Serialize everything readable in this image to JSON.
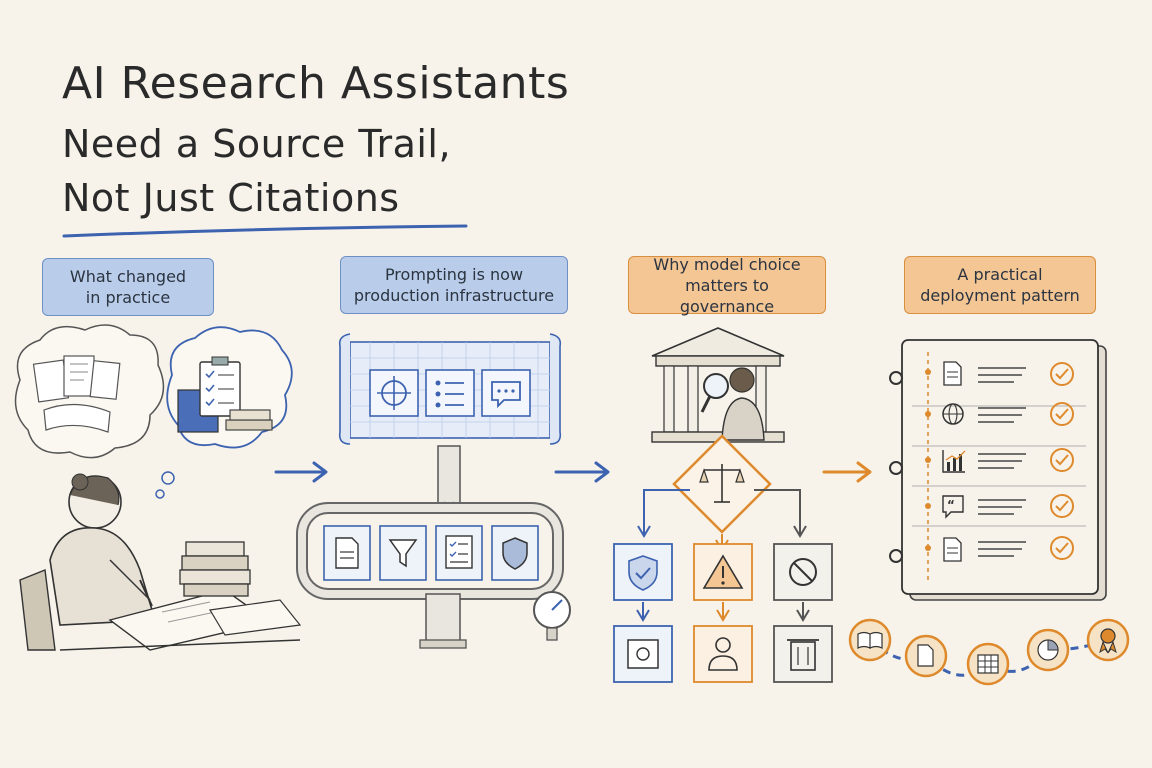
{
  "title": {
    "line1": "AI Research Assistants",
    "line2": "Need a Source Trail,",
    "line3": "Not Just Citations"
  },
  "stages": [
    {
      "label": "What changed\nin practice",
      "color": "#b9cdea"
    },
    {
      "label": "Prompting is now\nproduction infrastructure",
      "color": "#b9cdea"
    },
    {
      "label": "Why model choice\nmatters to governance",
      "color": "#f3c694"
    },
    {
      "label": "A practical\ndeployment pattern",
      "color": "#f3c694"
    }
  ],
  "colors": {
    "blue": "#3d63b0",
    "orange": "#de8a2c",
    "ink": "#3a3a3a"
  },
  "icons": {
    "stage1": [
      "thought-bubble-documents-icon",
      "clipboard-checklist-icon",
      "books-stack-icon",
      "researcher-writing-icon"
    ],
    "stage2_scroll": [
      "target-icon",
      "list-icon",
      "chat-bubble-icon"
    ],
    "stage2_pipe": [
      "document-icon",
      "filter-funnel-icon",
      "checklist-icon",
      "shield-icon",
      "pressure-gauge-icon"
    ],
    "stage3": [
      "courthouse-icon",
      "inspector-magnifier-icon",
      "scales-icon",
      "shield-check-icon",
      "warning-icon",
      "prohibited-icon",
      "vault-icon",
      "person-icon",
      "trash-icon"
    ],
    "stage4_binder": [
      "document-icon",
      "globe-icon",
      "chart-icon",
      "quote-icon",
      "document-icon"
    ],
    "stage4_chain": [
      "open-book-icon",
      "document-icon",
      "table-icon",
      "pie-chart-icon",
      "award-ribbon-icon"
    ]
  }
}
